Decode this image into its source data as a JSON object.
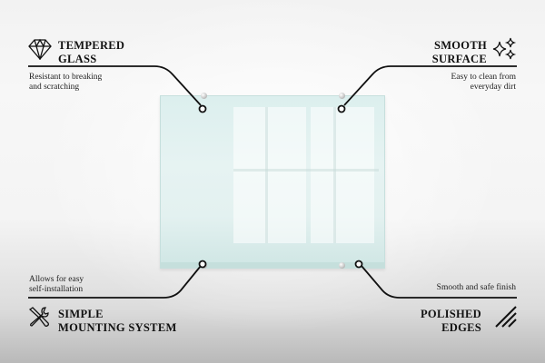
{
  "features": {
    "top_left": {
      "icon": "diamond-icon",
      "title_line1": "TEMPERED",
      "title_line2": "GLASS",
      "desc_line1": "Resistant to breaking",
      "desc_line2": "and scratching"
    },
    "top_right": {
      "icon": "sparkles-icon",
      "title_line1": "SMOOTH",
      "title_line2": "SURFACE",
      "desc_line1": "Easy to clean from",
      "desc_line2": "everyday dirt"
    },
    "bottom_left": {
      "icon": "tools-icon",
      "title_line1": "SIMPLE",
      "title_line2": "MOUNTING SYSTEM",
      "desc_line1": "Allows for easy",
      "desc_line2": "self-installation"
    },
    "bottom_right": {
      "icon": "diagonal-stripes-icon",
      "title_line1": "POLISHED",
      "title_line2": "EDGES",
      "desc_line1": "Smooth and safe finish"
    }
  },
  "colors": {
    "line": "#111111",
    "glass": "#e3f1f0"
  }
}
